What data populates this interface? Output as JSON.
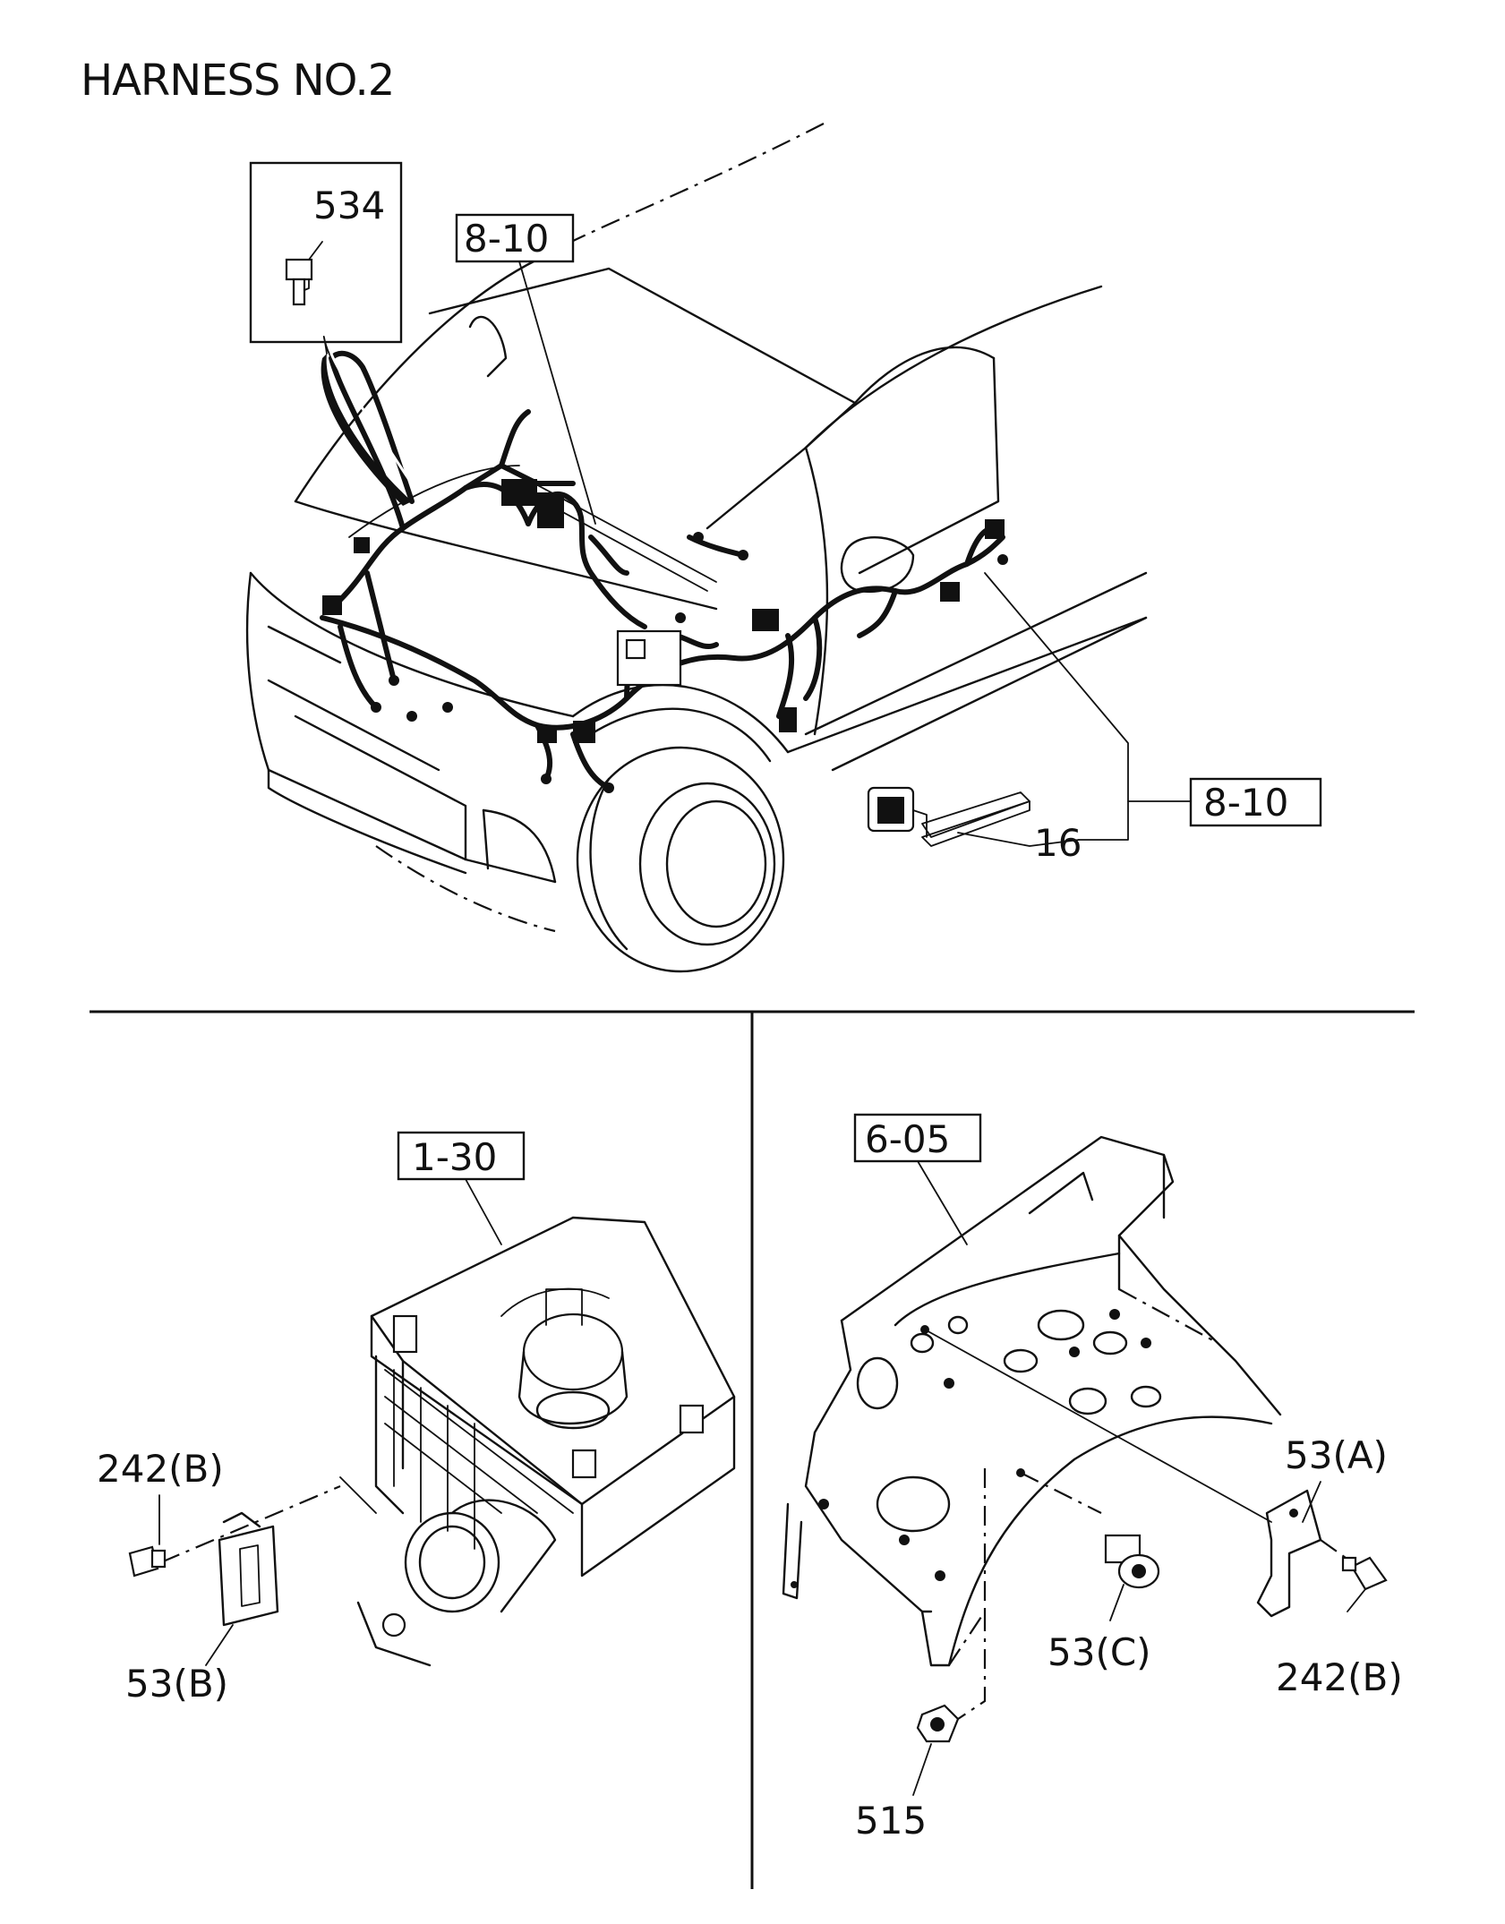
{
  "title": "HARNESS NO.2",
  "labels": {
    "ref_8_10_top": "8-10",
    "ref_8_10_right": "8-10",
    "part_534": "534",
    "part_16": "16",
    "ref_1_30": "1-30",
    "part_242b_left": "242(B)",
    "part_53b": "53(B)",
    "ref_6_05": "6-05",
    "part_53a": "53(A)",
    "part_242b_right": "242(B)",
    "part_53c": "53(C)",
    "part_515": "515"
  }
}
